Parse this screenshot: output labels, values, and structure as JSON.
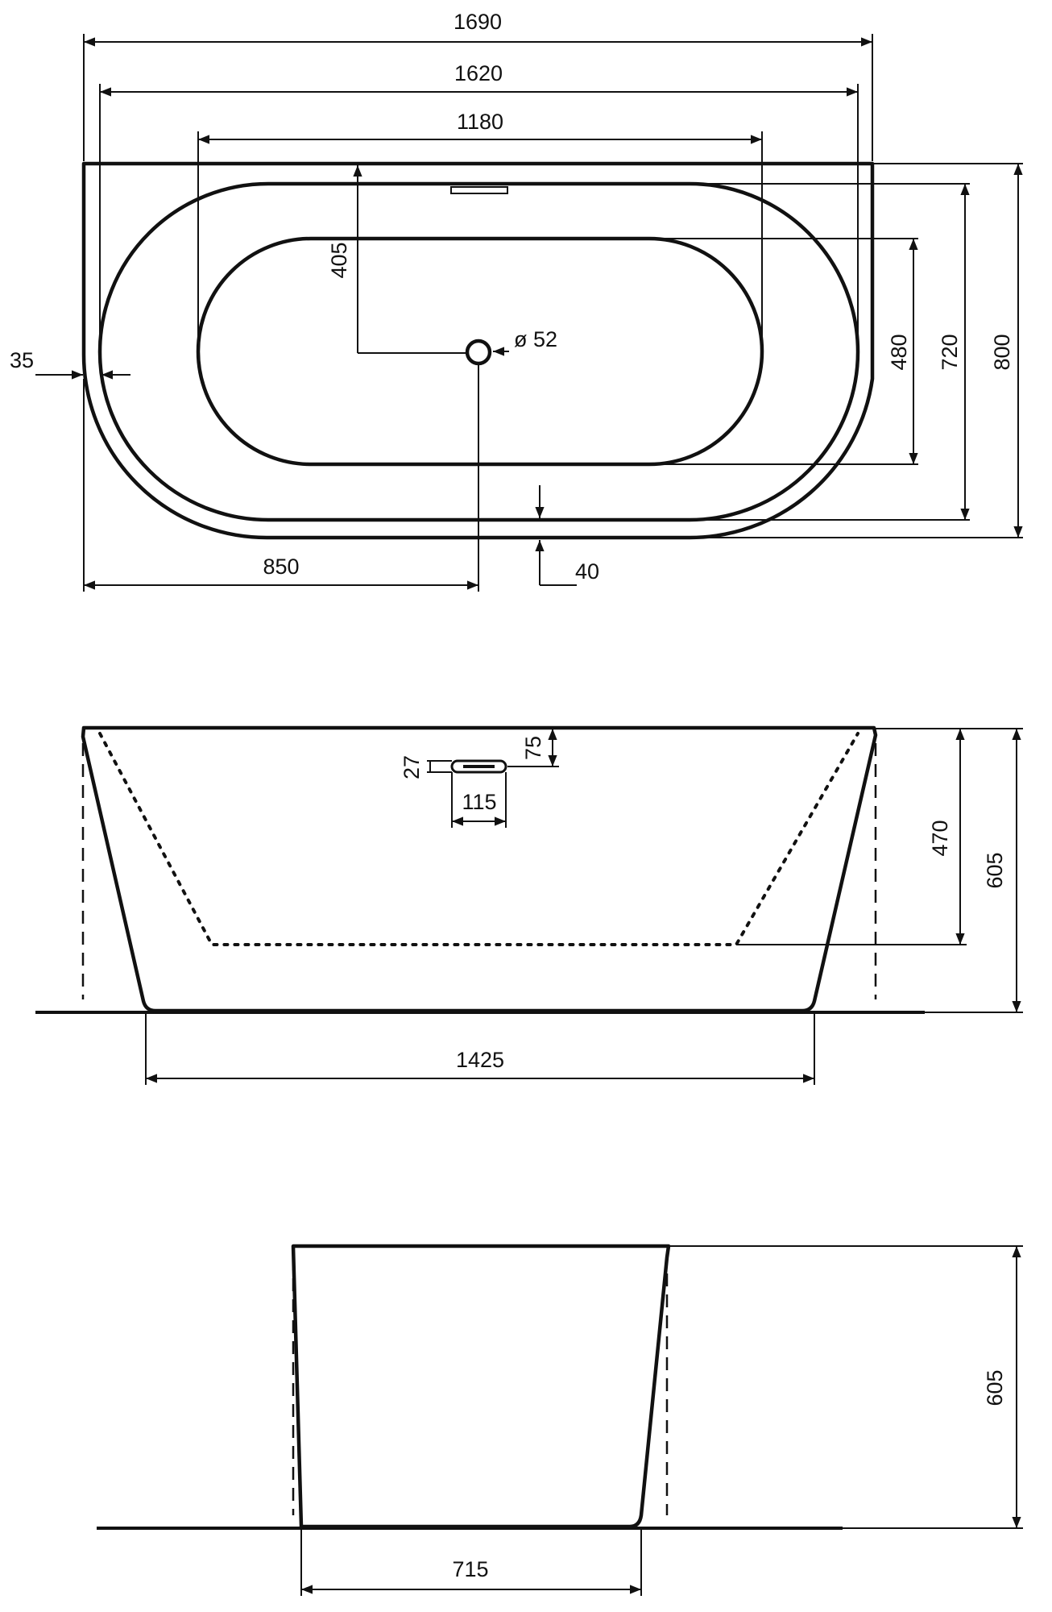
{
  "top_view": {
    "overall_length": "1690",
    "rim_length": "1620",
    "basin_length": "1180",
    "drain_offset_y": "405",
    "drain_diameter": "ø 52",
    "wall_thickness": "35",
    "basin_width": "480",
    "rim_width": "720",
    "overall_width": "800",
    "drain_offset_x": "850",
    "rim_edge": "40"
  },
  "front_view": {
    "overflow_height": "27",
    "overflow_offset": "75",
    "overflow_width": "115",
    "inner_depth": "470",
    "height": "605",
    "base_length": "1425"
  },
  "side_view": {
    "height": "605",
    "base_width": "715"
  },
  "colors": {
    "line": "#111111",
    "background": "#ffffff"
  }
}
